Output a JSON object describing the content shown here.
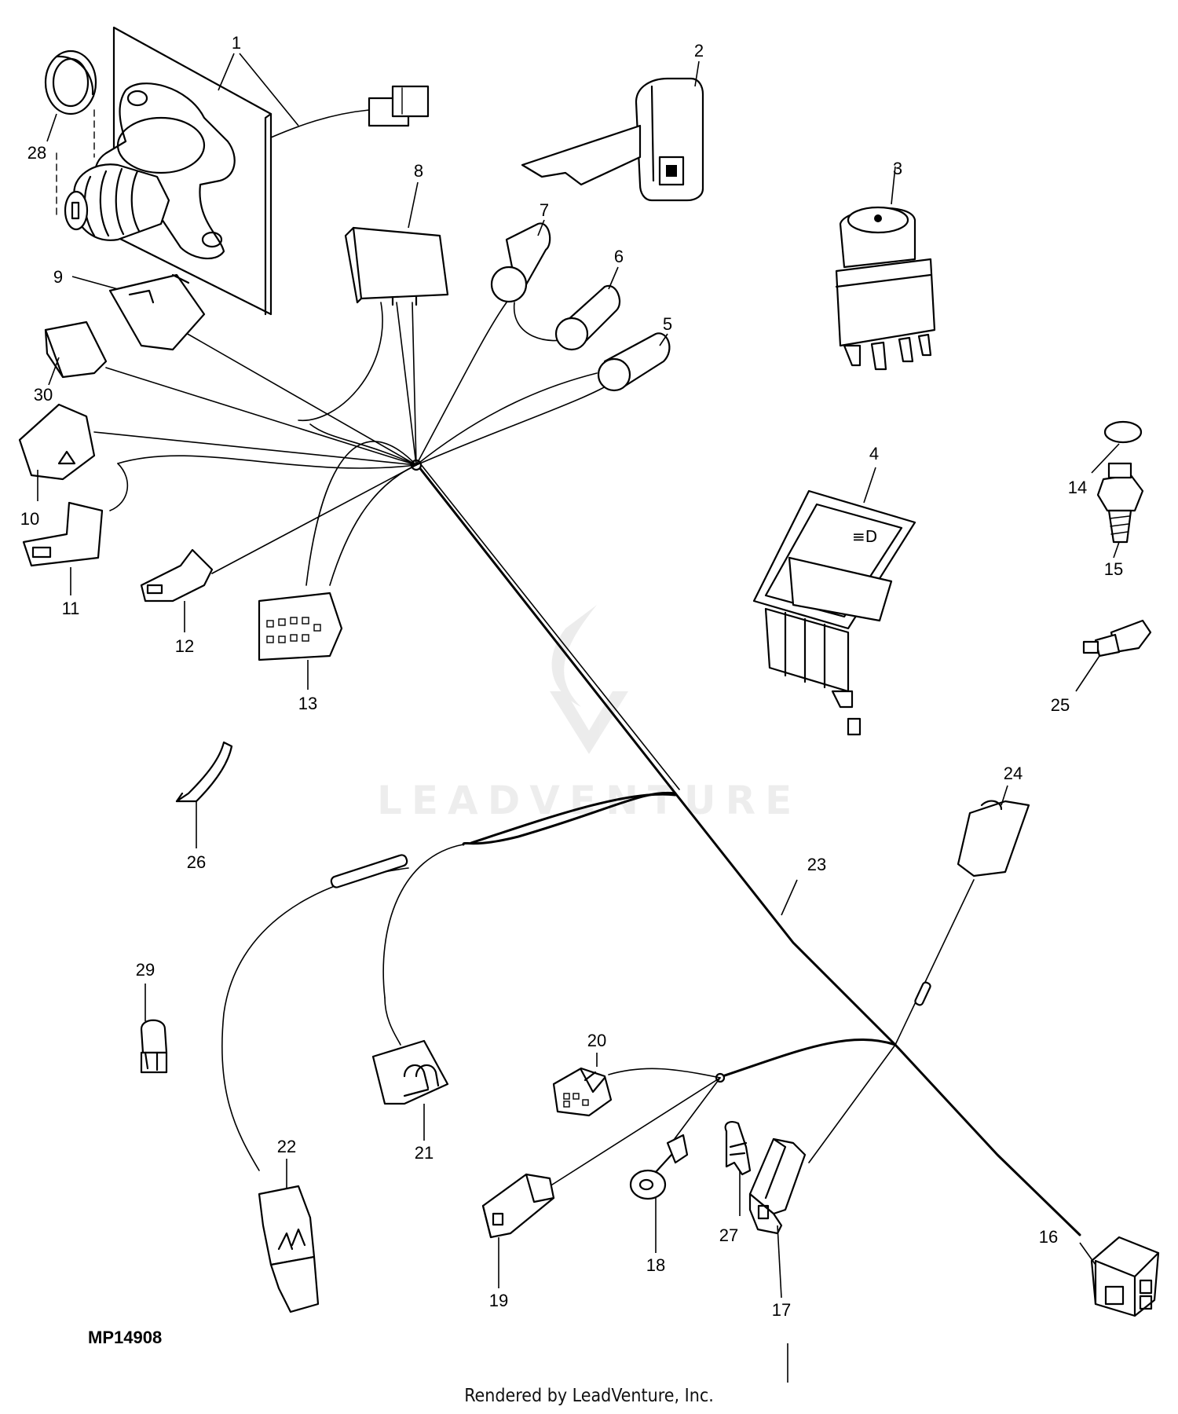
{
  "diagram": {
    "figure_code": "MP14908",
    "footer": "Rendered by LeadVenture, Inc.",
    "watermark": "LEADVENTURE",
    "callouts": [
      "1",
      "2",
      "3",
      "4",
      "5",
      "6",
      "7",
      "8",
      "9",
      "10",
      "11",
      "12",
      "13",
      "14",
      "15",
      "16",
      "17",
      "18",
      "19",
      "20",
      "21",
      "22",
      "23",
      "24",
      "25",
      "26",
      "27",
      "28",
      "29",
      "30"
    ]
  }
}
